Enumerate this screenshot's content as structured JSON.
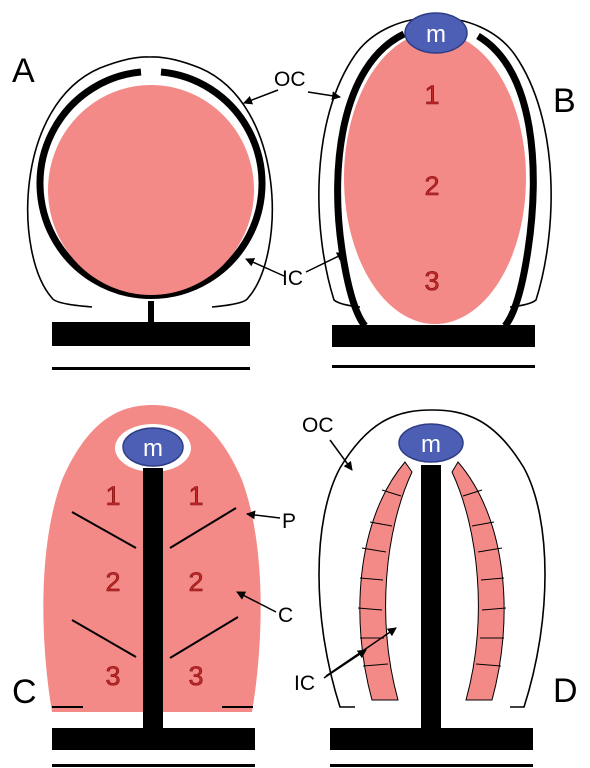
{
  "panels": {
    "a": {
      "letter": "A",
      "oc": "OC",
      "ic": "IC"
    },
    "b": {
      "letter": "B",
      "micropyle": "m",
      "n1": "1",
      "n2": "2",
      "n3": "3"
    },
    "c": {
      "letter": "C",
      "micropyle": "m",
      "p": "P",
      "c": "C",
      "left": [
        "1",
        "2",
        "3"
      ],
      "right": [
        "1",
        "2",
        "3"
      ]
    },
    "d": {
      "letter": "D",
      "micropyle": "m",
      "oc": "OC",
      "ic": "IC"
    }
  },
  "colors": {
    "tissue": "#f48a88",
    "micropyle": "#4c5fb4",
    "wall": "#000000"
  }
}
